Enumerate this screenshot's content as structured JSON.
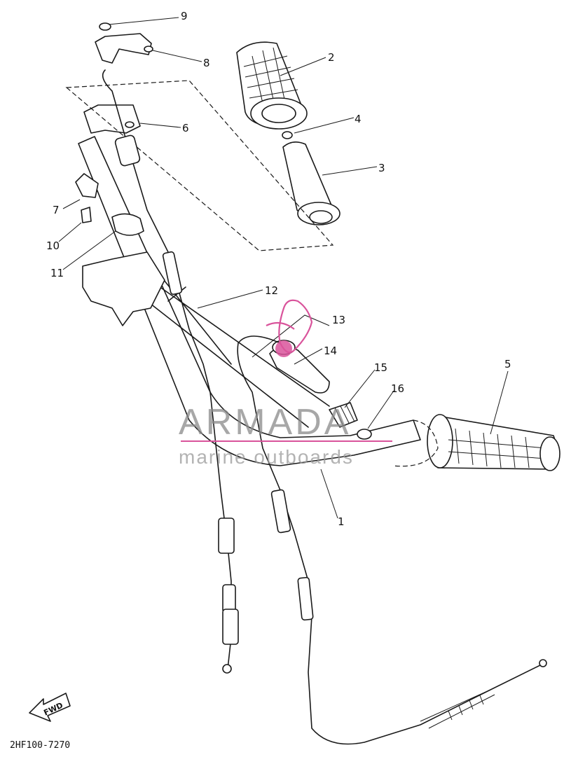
{
  "diagram": {
    "code": "2HF100-7270",
    "fwd_label": "FWD",
    "watermark": {
      "brand": "ARMADA",
      "tagline": "marine outboards",
      "accent_color": "#d9539b"
    },
    "callouts": [
      {
        "id": "c1",
        "label": "1"
      },
      {
        "id": "c2",
        "label": "2"
      },
      {
        "id": "c3",
        "label": "3"
      },
      {
        "id": "c4",
        "label": "4"
      },
      {
        "id": "c5",
        "label": "5"
      },
      {
        "id": "c6",
        "label": "6"
      },
      {
        "id": "c7",
        "label": "7"
      },
      {
        "id": "c8",
        "label": "8"
      },
      {
        "id": "c9",
        "label": "9"
      },
      {
        "id": "c10",
        "label": "10"
      },
      {
        "id": "c11",
        "label": "11"
      },
      {
        "id": "c12",
        "label": "12"
      },
      {
        "id": "c13",
        "label": "13"
      },
      {
        "id": "c14",
        "label": "14"
      },
      {
        "id": "c15",
        "label": "15"
      },
      {
        "id": "c16",
        "label": "16"
      }
    ]
  }
}
